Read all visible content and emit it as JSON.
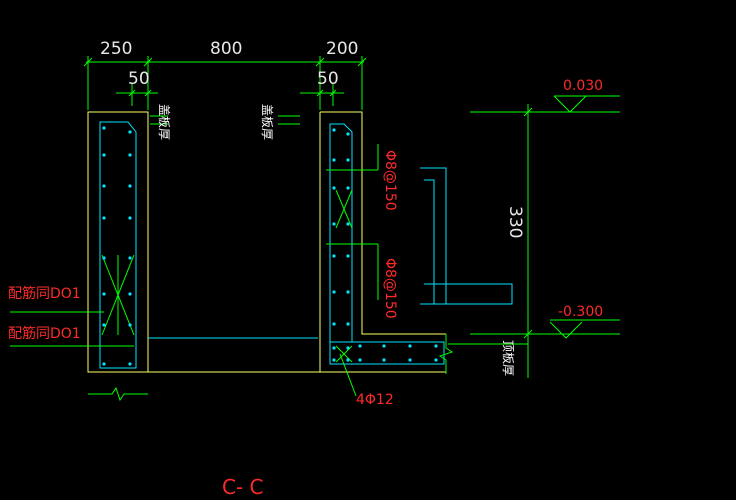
{
  "drawing": {
    "title": "C- C",
    "dimensions": {
      "left_wall": "250",
      "gap": "800",
      "right_wall": "200",
      "left_offset": "50",
      "right_offset": "50",
      "height": "330"
    },
    "levels": {
      "top": "0.030",
      "bottom": "-0.300"
    },
    "rebar_labels": {
      "upper": "Φ8@150",
      "lower": "Φ8@150",
      "corner_bars": "4Φ12",
      "left_upper": "配筋同DO1",
      "left_lower": "配筋同DO1"
    },
    "notes": {
      "cover_left": "盖板厚",
      "cover_right": "盖板厚",
      "slab": "顶板厚"
    },
    "colors": {
      "background": "#000000",
      "dimension_lines": "#00ff00",
      "wall_outline": "#ffff66",
      "rebar": "#00e5ff",
      "text_red": "#ff2a2a",
      "text_white": "#ffffff"
    }
  }
}
